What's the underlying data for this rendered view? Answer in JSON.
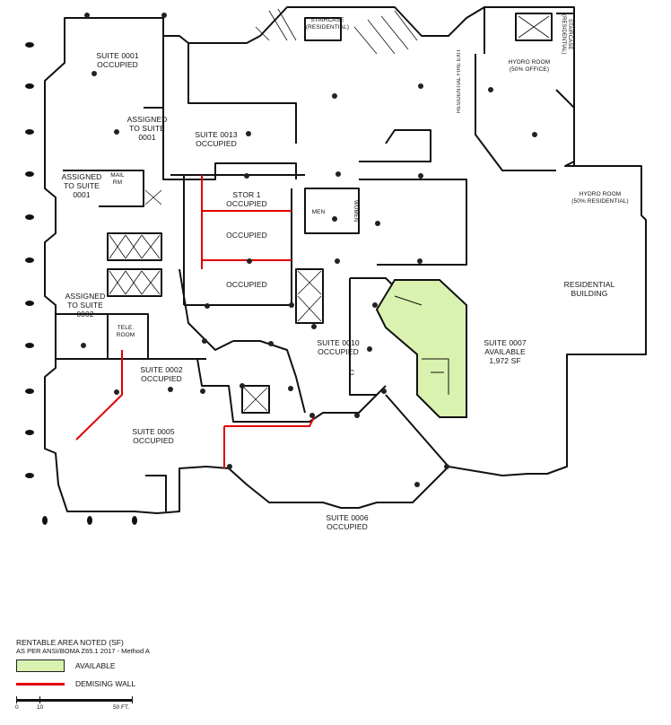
{
  "rooms": {
    "suite_0001": {
      "name": "SUITE 0001",
      "status": "OCCUPIED"
    },
    "assigned_0001_a": {
      "l1": "ASSIGNED",
      "l2": "TO SUITE",
      "l3": "0001"
    },
    "assigned_0001_b": {
      "l1": "ASSIGNED",
      "l2": "TO SUITE",
      "l3": "0001"
    },
    "mail_rm": {
      "l1": "MAIL",
      "l2": "RM"
    },
    "tele_room": {
      "l1": "TELE.",
      "l2": "ROOM"
    },
    "staircase_res": {
      "l1": "STAIRCASE",
      "l2": "(RESIDENTIAL)"
    },
    "staircase_res_right": "STAIRCASE (RESIDENTIAL)",
    "residential_fire_exit": "RESIDENTIAL FIRE EXIT",
    "hydro_office": {
      "l1": "HYDRO ROOM",
      "l2": "(50% OFFICE)"
    },
    "hydro_residential": {
      "l1": "HYDRO ROOM",
      "l2": "(50% RESIDENTIAL)"
    },
    "suite_0013": {
      "name": "SUITE 0013",
      "status": "OCCUPIED"
    },
    "stor_1": {
      "name": "STOR 1",
      "status": "OCCUPIED"
    },
    "occupied_mid": "OCCUPIED",
    "occupied_low": "OCCUPIED",
    "men": "MEN",
    "women": "WOMEN",
    "residential_building": {
      "l1": "RESIDENTIAL",
      "l2": "BUILDING"
    },
    "assigned_0002": {
      "l1": "ASSIGNED",
      "l2": "TO SUITE",
      "l3": "0002"
    },
    "suite_0010": {
      "name": "SUITE 0010",
      "status": "OCCUPIED"
    },
    "suite_0007": {
      "name": "SUITE 0007",
      "status": "AVAILABLE",
      "area": "1,972 SF"
    },
    "corridor": "C",
    "suite_0002": {
      "name": "SUITE 0002",
      "status": "OCCUPIED"
    },
    "suite_0005": {
      "name": "SUITE 0005",
      "status": "OCCUPIED"
    },
    "suite_0006": {
      "name": "SUITE 0006",
      "status": "OCCUPIED"
    }
  },
  "notes": {
    "line1": "RENTABLE AREA NOTED (SF)",
    "line2": "AS PER ANSI/BOMA Z65.1 2017 - Method A"
  },
  "legend": {
    "available_label": "AVAILABLE",
    "available_color": "#d9f2b0",
    "demising_label": "DEMISING WALL",
    "demising_color": "#e00000"
  },
  "scale": {
    "t0": "0",
    "t1": "10",
    "t2": "50 FT."
  }
}
